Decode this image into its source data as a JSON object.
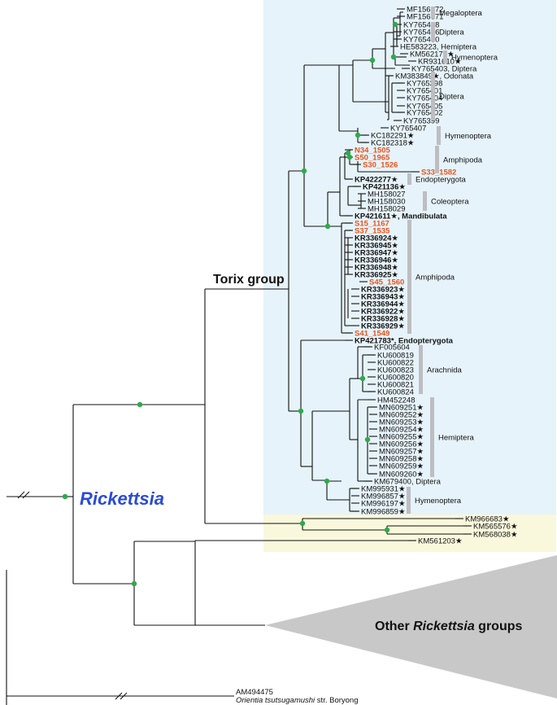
{
  "labels": {
    "torix_group": "Torix group",
    "rickettsia": "Rickettsia",
    "other_groups_prefix": "Other ",
    "other_groups_italic": "Rickettsia",
    "other_groups_suffix": " groups",
    "outgroup_accession": "AM494475",
    "outgroup_species": "Orientia tsutsugamushi",
    "outgroup_strain": " str. Boryong"
  },
  "tips": [
    {
      "label": "MF156672",
      "style": "normal"
    },
    {
      "label": "MF156671",
      "style": "normal"
    },
    {
      "label": "KY765408",
      "style": "normal"
    },
    {
      "label": "KY765406",
      "style": "normal"
    },
    {
      "label": "KY765400",
      "style": "normal"
    },
    {
      "label": "HE583223, Hemiptera",
      "style": "normal"
    },
    {
      "label": "KM562170★",
      "style": "normal"
    },
    {
      "label": "KR931610★",
      "style": "normal"
    },
    {
      "label": "KY765403, Diptera",
      "style": "normal"
    },
    {
      "label": "KM383849★, Odonata",
      "style": "normal"
    },
    {
      "label": "KY765398",
      "style": "normal"
    },
    {
      "label": "KY765401",
      "style": "normal"
    },
    {
      "label": "KY765404",
      "style": "normal"
    },
    {
      "label": "KY765405",
      "style": "normal"
    },
    {
      "label": "KY765402",
      "style": "normal"
    },
    {
      "label": "KY765399",
      "style": "normal"
    },
    {
      "label": "KY765407",
      "style": "normal"
    },
    {
      "label": "KC182291★",
      "style": "normal"
    },
    {
      "label": "KC182318★",
      "style": "normal"
    },
    {
      "label": "N34_1505",
      "style": "red"
    },
    {
      "label": "S50_1965",
      "style": "red"
    },
    {
      "label": "S30_1526",
      "style": "red"
    },
    {
      "label": "S33_1582",
      "style": "red"
    },
    {
      "label": "KP422277★",
      "style": "bold"
    },
    {
      "label": "KP421136★",
      "style": "bold"
    },
    {
      "label": "MH158027",
      "style": "normal"
    },
    {
      "label": "MH158030",
      "style": "normal"
    },
    {
      "label": "MH158029",
      "style": "normal"
    },
    {
      "label": "KP421611★, Mandibulata",
      "style": "bold"
    },
    {
      "label": "S15_1167",
      "style": "red"
    },
    {
      "label": "S37_1535",
      "style": "red"
    },
    {
      "label": "KR336924★",
      "style": "bold"
    },
    {
      "label": "KR336945★",
      "style": "bold"
    },
    {
      "label": "KR336947★",
      "style": "bold"
    },
    {
      "label": "KR336946★",
      "style": "bold"
    },
    {
      "label": "KR336948★",
      "style": "bold"
    },
    {
      "label": "KR336925★",
      "style": "bold"
    },
    {
      "label": "S45_1560",
      "style": "red"
    },
    {
      "label": "KR336923★",
      "style": "bold"
    },
    {
      "label": "KR336943★",
      "style": "bold"
    },
    {
      "label": "KR336944★",
      "style": "bold"
    },
    {
      "label": "KR336922★",
      "style": "bold"
    },
    {
      "label": "KR336928★",
      "style": "bold"
    },
    {
      "label": "KR336929★",
      "style": "bold"
    },
    {
      "label": "S41_1549",
      "style": "red"
    },
    {
      "label": "KP421783*, Endopterygota",
      "style": "bold"
    },
    {
      "label": "KF005604",
      "style": "normal"
    },
    {
      "label": "KU600819",
      "style": "normal"
    },
    {
      "label": "KU600822",
      "style": "normal"
    },
    {
      "label": "KU600823",
      "style": "normal"
    },
    {
      "label": "KU600820",
      "style": "normal"
    },
    {
      "label": "KU600821",
      "style": "normal"
    },
    {
      "label": "KU600824",
      "style": "normal"
    },
    {
      "label": "HM452248",
      "style": "normal"
    },
    {
      "label": "MN609251★",
      "style": "normal"
    },
    {
      "label": "MN609252★",
      "style": "normal"
    },
    {
      "label": "MN609253★",
      "style": "normal"
    },
    {
      "label": "MN609254★",
      "style": "normal"
    },
    {
      "label": "MN609255★",
      "style": "normal"
    },
    {
      "label": "MN609256★",
      "style": "normal"
    },
    {
      "label": "MN609257★",
      "style": "normal"
    },
    {
      "label": "MN609258★",
      "style": "normal"
    },
    {
      "label": "MN609259★",
      "style": "normal"
    },
    {
      "label": "MN609260★",
      "style": "normal"
    },
    {
      "label": "KM679400, Diptera",
      "style": "normal"
    },
    {
      "label": "KM995931★",
      "style": "normal"
    },
    {
      "label": "KM996857★",
      "style": "normal"
    },
    {
      "label": "KM996197★",
      "style": "normal"
    },
    {
      "label": "KM996859★",
      "style": "normal"
    },
    {
      "label": "KM966683★",
      "style": "normal"
    },
    {
      "label": "KM565576★",
      "style": "normal"
    },
    {
      "label": "KM568038★",
      "style": "normal"
    },
    {
      "label": "KM561203★",
      "style": "normal"
    }
  ],
  "groups": [
    {
      "label": "Megaloptera"
    },
    {
      "label": "Diptera"
    },
    {
      "label": "Hymenoptera"
    },
    {
      "label": "Diptera"
    },
    {
      "label": "Hymenoptera"
    },
    {
      "label": "Amphipoda"
    },
    {
      "label": "Endopterygota"
    },
    {
      "label": "Coleoptera"
    },
    {
      "label": "Amphipoda"
    },
    {
      "label": "Arachnida"
    },
    {
      "label": "Hemiptera"
    },
    {
      "label": "Hymenoptera"
    }
  ],
  "colors": {
    "torix_background": "#e6f3fa",
    "basal_background": "#f9f8dc",
    "rickettsia_label": "#2a4bd7",
    "novel_sequence_label": "#e8541e",
    "node_marker": "#2eaa4a",
    "group_bar": "#bdbdc2",
    "collapsed_clade": "#c8c8c8"
  }
}
